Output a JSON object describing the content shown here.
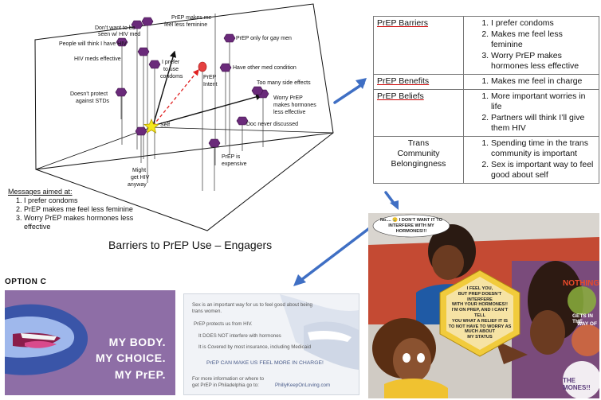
{
  "diagram": {
    "title": "Barriers to PrEP Use – Engagers",
    "labels": {
      "dont_want_seen": "Don’t want to be",
      "dont_want_seen2": "seen w/ HIV med",
      "people_think_hiv": "People will think I have HIV",
      "feel_less_feminine": "PrEP makes me",
      "feel_less_feminine2": "feel less feminine",
      "only_gay_men": "PrEP only for gay men",
      "hiv_meds_effective": "HIV meds effective",
      "prefer_condoms1": "I prefer",
      "prefer_condoms2": "to use",
      "prefer_condoms3": "condoms",
      "prep_intent1": "PrEP",
      "prep_intent2": "Intent",
      "other_med_condition": "Have other med condition",
      "doesnt_protect1": "Doesn’t protect",
      "doesnt_protect2": "against STDs",
      "side_effects": "Too many side effects",
      "worry_hormones1": "Worry PrEP",
      "worry_hormones2": "makes hormones",
      "worry_hormones3": "less effective",
      "self": "Self",
      "doc_never": "Doc never discussed",
      "expensive1": "PrEP is",
      "expensive2": "expensive",
      "might_get1": "Might",
      "might_get2": "get HIV",
      "might_get3": "anyway"
    }
  },
  "messages": {
    "heading": "Messages aimed at:",
    "items": [
      "I prefer condoms",
      "PrEP makes me feel less feminine",
      "Worry PrEP makes hormones less effective"
    ]
  },
  "table": {
    "rows": [
      {
        "head": "PrEP Barriers",
        "items": [
          "I prefer condoms",
          "Makes me feel less feminine",
          "Worry PrEP makes hormones less effective"
        ]
      },
      {
        "head": "PrEP Benefits",
        "items": [
          "Makes me feel in charge"
        ]
      },
      {
        "head": "PrEP Beliefs",
        "items": [
          "More important worries in life",
          "Partners will think I’ll give them HIV"
        ]
      },
      {
        "head_lines": [
          "Trans",
          "Community",
          "Belongingness"
        ],
        "items": [
          "Spending time in the trans community is important",
          "Sex is important way to feel good about self"
        ]
      }
    ]
  },
  "option_label": "OPTION C",
  "ad1": {
    "line1": "MY BODY.",
    "line2": "MY CHOICE.",
    "line3": "MY PrEP."
  },
  "ad2": {
    "intro1": "Sex is an important way for us to feel good about being",
    "intro2": "trans women.",
    "protects": "PrEP protects us from HIV.",
    "hormones": "It DOES NOT interfere with hormones",
    "insurance": "It is Covered by most insurance, including Medicaid",
    "headline": "PrEP CAN MAKE US FEEL MORE IN CHARGE!",
    "info1": "For more information or where to",
    "info2": "get PrEP in Philadelphia go to:",
    "url": "PhillyKeepOnLoving.com"
  },
  "comic": {
    "bubble1": "No.... 😢 I DON’T WANT IT TO INTERFERE WITH MY HORMONES!!!",
    "bubble2_lines": [
      "I FEEL YOU,",
      "BUT PREP DOESN’T INTERFERE",
      "WITH YOUR HORMONES!!",
      "I’M ON PREP, AND I CAN’T TELL",
      "YOU WHAT A RELIEF IT IS",
      "TO NOT HAVE TO WORRY AS",
      "MUCH ABOUT",
      "MY STATUS"
    ],
    "side1": "NOTHING",
    "side2": "GETS IN THE",
    "side3": "WAY OF",
    "side4": "THE MONES!!"
  }
}
